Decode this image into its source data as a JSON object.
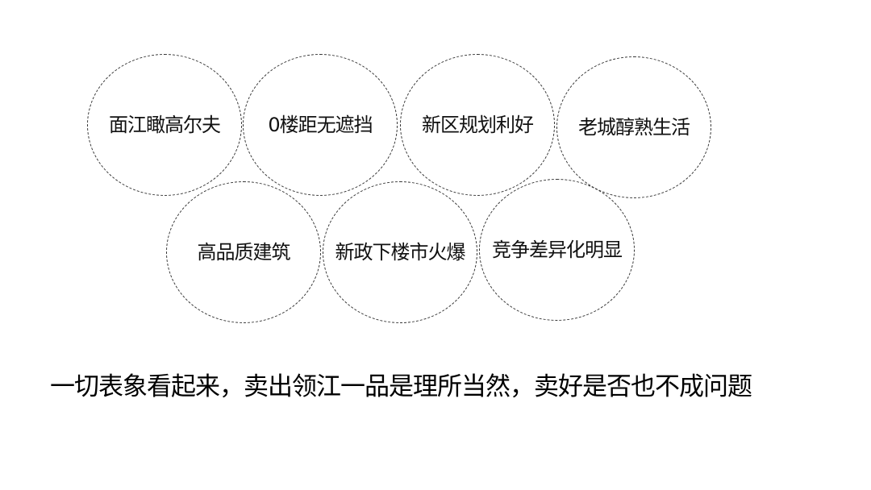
{
  "slide": {
    "circles": [
      {
        "label": "面江瞰高尔夫"
      },
      {
        "label": "0楼距无遮挡"
      },
      {
        "label": "新区规划利好"
      },
      {
        "label": "老城醇熟生活"
      },
      {
        "label": "高品质建筑"
      },
      {
        "label": "新政下楼市火爆"
      },
      {
        "label": "竞争差异化明显"
      }
    ],
    "summary": "一切表象看起来，卖出领江一品是理所当然，卖好是否也不成问题"
  }
}
